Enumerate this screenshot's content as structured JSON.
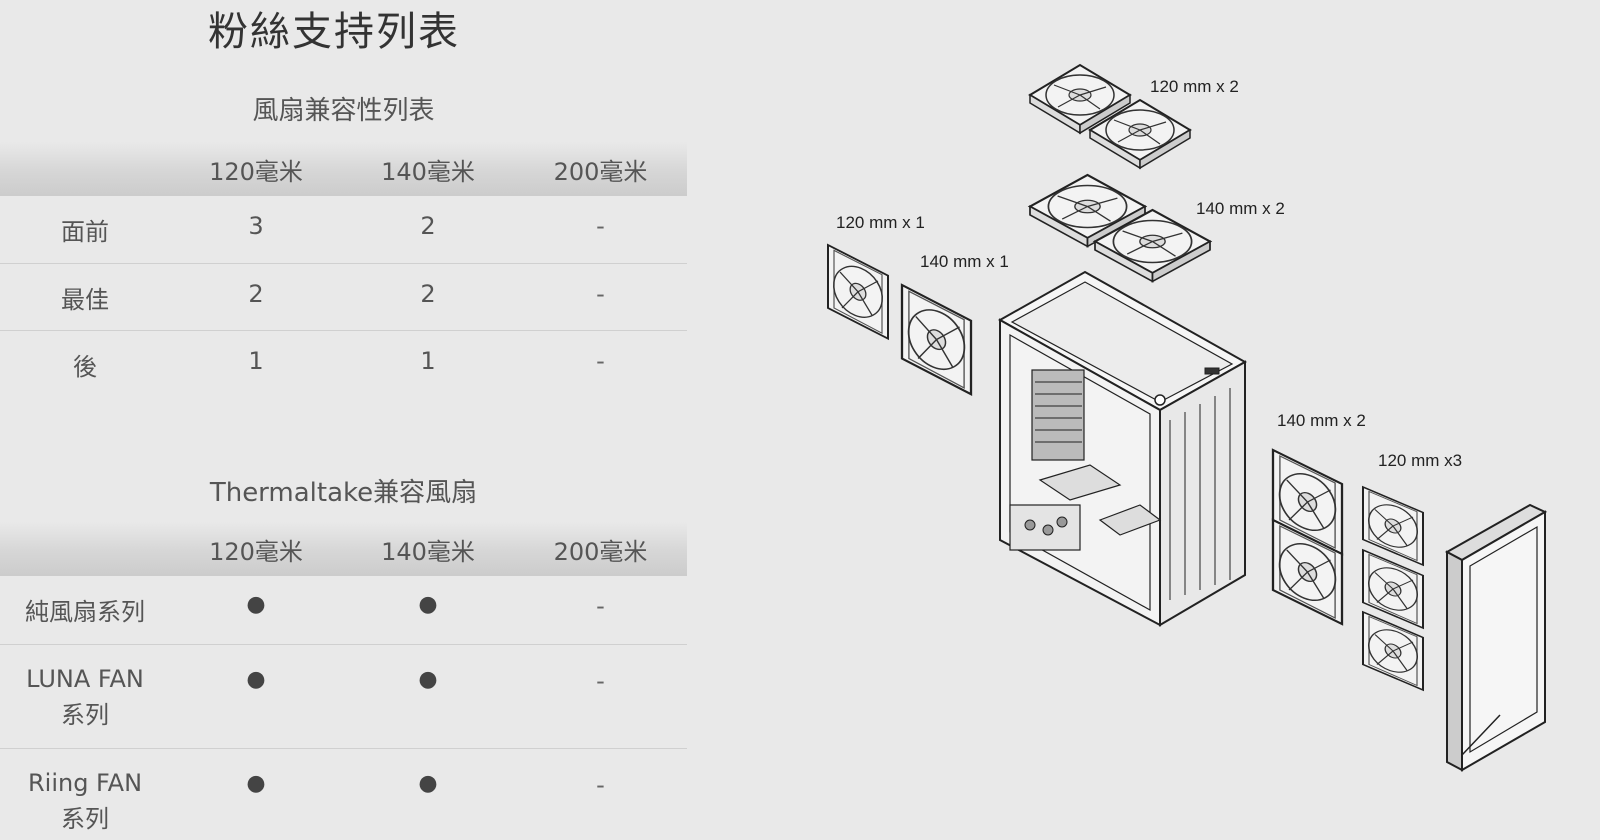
{
  "page_title": "粉絲支持列表",
  "fan_table": {
    "title": "風扇兼容性列表",
    "columns": [
      "120毫米",
      "140毫米",
      "200毫米"
    ],
    "rows": [
      {
        "label": "面前",
        "c120": "3",
        "c140": "2",
        "c200": "-"
      },
      {
        "label": "最佳",
        "c120": "2",
        "c140": "2",
        "c200": "-"
      },
      {
        "label": "後",
        "c120": "1",
        "c140": "1",
        "c200": "-"
      }
    ]
  },
  "tt_table": {
    "title": "Thermaltake兼容風扇",
    "columns": [
      "120毫米",
      "140毫米",
      "200毫米"
    ],
    "rows": [
      {
        "label_line1": "純風扇系列",
        "label_line2": "",
        "c120": "●",
        "c140": "●",
        "c200": "-"
      },
      {
        "label_line1": "LUNA FAN",
        "label_line2": "系列",
        "c120": "●",
        "c140": "●",
        "c200": "-"
      },
      {
        "label_line1": "Riing FAN",
        "label_line2": "系列",
        "c120": "●",
        "c140": "●",
        "c200": "-"
      }
    ]
  },
  "diagram_labels": {
    "top_120": "120 mm x 2",
    "top_140": "140 mm x 2",
    "rear_120": "120 mm x 1",
    "rear_140": "140 mm x 1",
    "front_140": "140 mm x 2",
    "front_120": "120 mm x3"
  }
}
